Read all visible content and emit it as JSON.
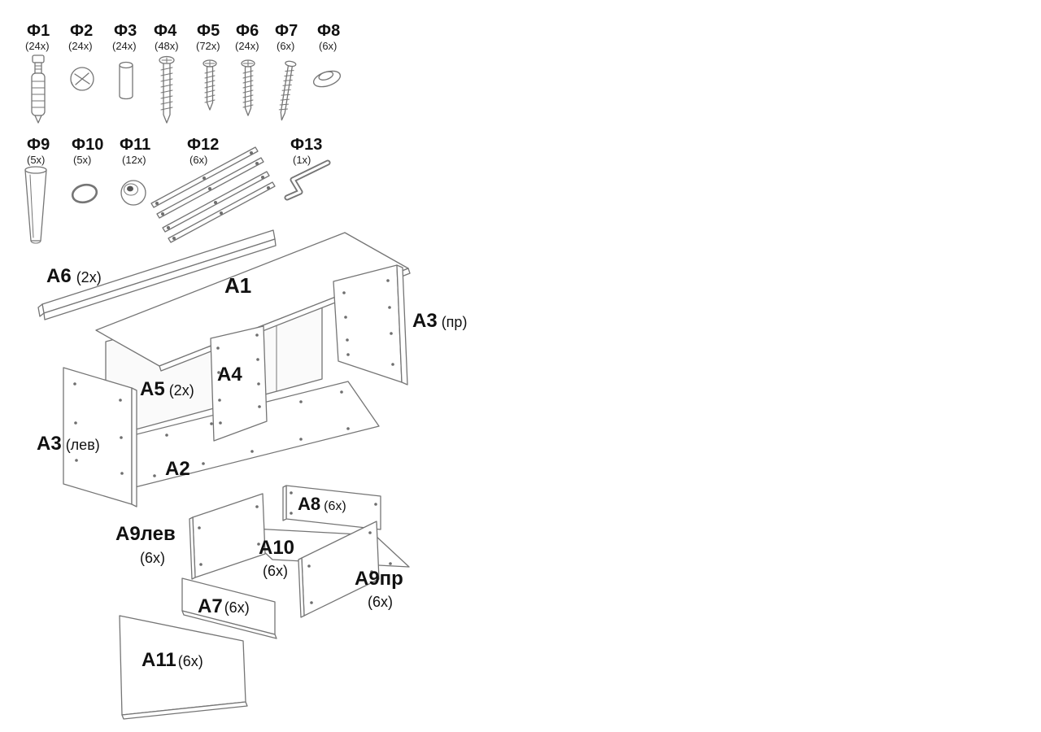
{
  "canvas": {
    "background": "#ffffff",
    "line_color": "#757575",
    "text_color": "#111111"
  },
  "hardware": {
    "items": [
      {
        "id": "Ф1",
        "qty": "(24x)",
        "icon": "minifix-bolt-icon"
      },
      {
        "id": "Ф2",
        "qty": "(24x)",
        "icon": "cam-lock-icon"
      },
      {
        "id": "Ф3",
        "qty": "(24x)",
        "icon": "wood-dowel-icon"
      },
      {
        "id": "Ф4",
        "qty": "(48x)",
        "icon": "confirmat-screw-icon"
      },
      {
        "id": "Ф5",
        "qty": "(72x)",
        "icon": "screw-f5-icon"
      },
      {
        "id": "Ф6",
        "qty": "(24x)",
        "icon": "screw-f6-icon"
      },
      {
        "id": "Ф7",
        "qty": "(6x)",
        "icon": "long-screw-icon"
      },
      {
        "id": "Ф8",
        "qty": "(6x)",
        "icon": "washer-cap-icon"
      },
      {
        "id": "Ф9",
        "qty": "(5x)",
        "icon": "furniture-leg-icon"
      },
      {
        "id": "Ф10",
        "qty": "(5x)",
        "icon": "oval-pad-icon"
      },
      {
        "id": "Ф11",
        "qty": "(12x)",
        "icon": "knob-icon"
      },
      {
        "id": "Ф12",
        "qty": "(6x)",
        "icon": "drawer-slides-icon"
      },
      {
        "id": "Ф13",
        "qty": "(1x)",
        "icon": "hex-key-icon"
      }
    ]
  },
  "panels": {
    "a6": {
      "id": "A6",
      "qty": "(2x)"
    },
    "a1": {
      "id": "A1",
      "qty": ""
    },
    "a3r": {
      "id": "A3",
      "qty": "(пр)"
    },
    "a5": {
      "id": "A5",
      "qty": "(2x)"
    },
    "a4": {
      "id": "A4",
      "qty": ""
    },
    "a3l": {
      "id": "A3",
      "qty": "(лев)"
    },
    "a2": {
      "id": "A2",
      "qty": ""
    },
    "a8": {
      "id": "A8",
      "qty": "(6x)"
    },
    "a9l": {
      "id": "A9лев",
      "qty": "(6x)"
    },
    "a10": {
      "id": "A10",
      "qty": "(6x)"
    },
    "a9r": {
      "id": "A9пр",
      "qty": "(6x)"
    },
    "a7": {
      "id": "A7",
      "qty": "(6x)"
    },
    "a11": {
      "id": "A11",
      "qty": "(6x)"
    }
  }
}
